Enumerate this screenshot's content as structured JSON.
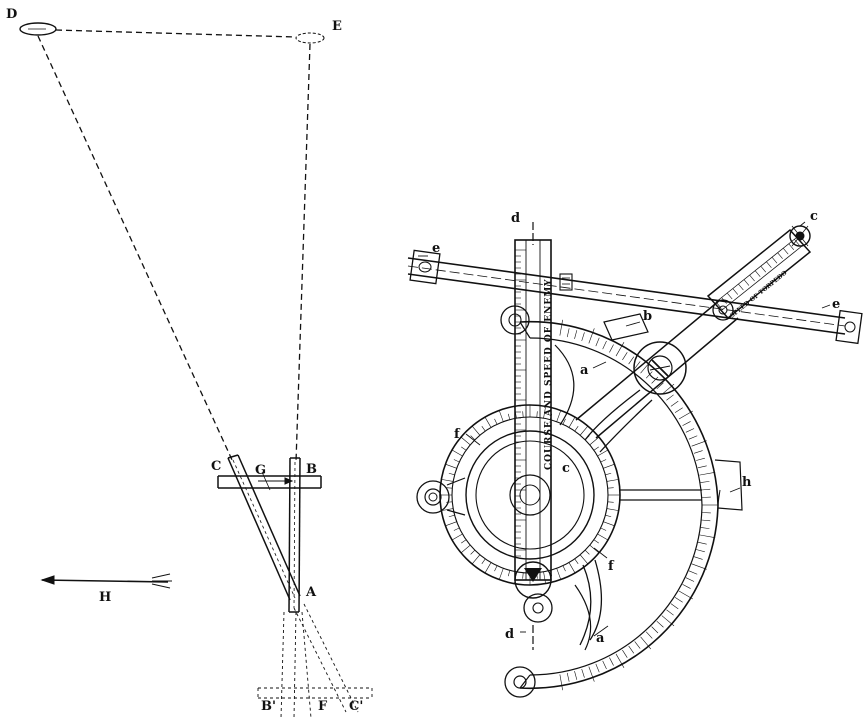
{
  "left_figure": {
    "labels": {
      "D": "D",
      "E": "E",
      "C": "C",
      "G": "G",
      "B": "B",
      "A": "A",
      "H": "H",
      "B_prime": "B'",
      "F": "F",
      "C_prime": "C'"
    }
  },
  "right_figure": {
    "labels": {
      "d_top": "d",
      "d_bottom": "d",
      "e_left": "e",
      "e_right": "e",
      "c_top": "c",
      "c_center": "c",
      "b": "b",
      "a_upper": "a",
      "a_lower": "a",
      "f_left": "f",
      "f_right": "f",
      "h": "h"
    },
    "bar_text": "COURSE AND SPEED OF ENEMY",
    "slide_text": "SPEED OF TORPEDO"
  },
  "colors": {
    "ink": "#111111",
    "paper": "#ffffff"
  }
}
